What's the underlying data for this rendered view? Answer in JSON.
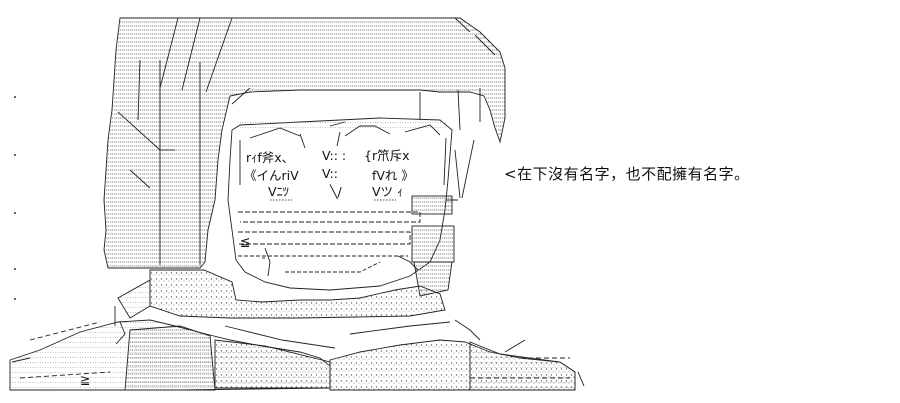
{
  "caption": {
    "text": "<在下沒有名字，也不配擁有名字。"
  },
  "art": {
    "face_left_eye": "rｨf斧x、",
    "face_left_eye_low": "《イんriV",
    "face_right_eye": "{r笊斥x",
    "face_right_eye_low": "fVれ 》",
    "ear_left": "Vﾆﾂ",
    "ear_right": "Vツ ｨ",
    "mouth_mark": "≦",
    "chin_mark": "≧"
  }
}
